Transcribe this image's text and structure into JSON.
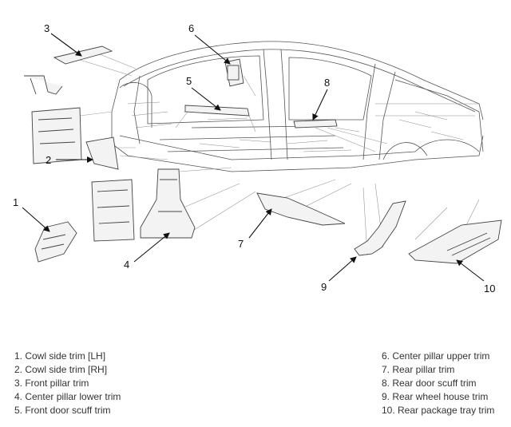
{
  "callouts": {
    "c1": "1",
    "c2": "2",
    "c3": "3",
    "c4": "4",
    "c5": "5",
    "c6": "6",
    "c7": "7",
    "c8": "8",
    "c9": "9",
    "c10": "10"
  },
  "legend": {
    "left": [
      "1. Cowl side trim [LH]",
      "2. Cowl side trim [RH]",
      "3. Front pillar trim",
      "4. Center pillar lower trim",
      "5. Front door scuff trim"
    ],
    "right": [
      "6. Center pillar upper trim",
      "7. Rear pillar trim",
      "8. Rear door scuff trim",
      "9. Rear wheel house trim",
      "10. Rear package tray trim"
    ]
  }
}
